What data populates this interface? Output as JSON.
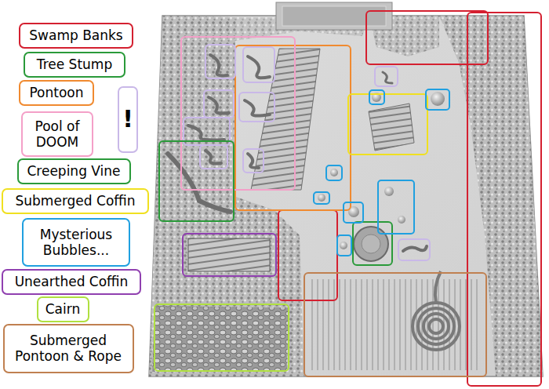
{
  "diagram": {
    "nodes": [
      {
        "text": [
          "Swamp Banks"
        ]
      },
      {
        "text": [
          "Tree Stump"
        ]
      },
      {
        "text": [
          "Pontoon"
        ]
      },
      {
        "text": [
          "!"
        ]
      },
      {
        "text": [
          "Pool of DOOM"
        ]
      },
      {
        "text": [
          "Creeping Vine"
        ]
      },
      {
        "text": [
          "Submerged Coffin"
        ]
      },
      {
        "text": [
          "Mysterious Bubbles..."
        ]
      },
      {
        "text": [
          "Unearthed Coffin"
        ]
      },
      {
        "text": [
          "Cairn"
        ]
      },
      {
        "text": [
          "Submerged Pontoon & Rope"
        ]
      }
    ]
  }
}
